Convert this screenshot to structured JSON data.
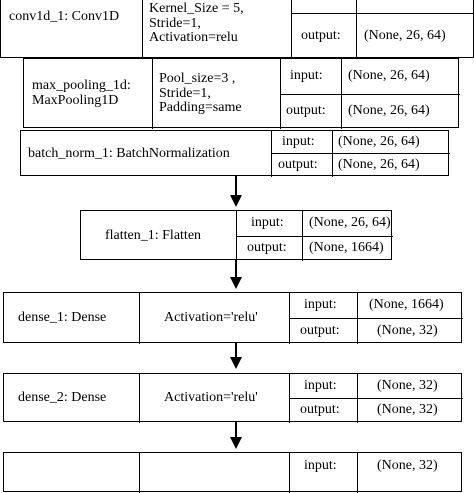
{
  "layers": {
    "conv": {
      "name": "conv1d_1: Conv1D",
      "params": [
        "Kernel_Size = 5,",
        "Stride=1,",
        "Activation=relu"
      ],
      "output_label": "output:",
      "output_value": "(None, 26, 64)"
    },
    "pool": {
      "name_line1": "max_pooling_1d:",
      "name_line2": "MaxPooling1D",
      "params": [
        "Pool_size=3 ,",
        "Stride=1,",
        "Padding=same"
      ],
      "input_label": "input:",
      "input_value": "(None, 26, 64)",
      "output_label": "output:",
      "output_value": "(None, 26, 64)"
    },
    "bn": {
      "name": "batch_norm_1: BatchNormalization",
      "input_label": "input:",
      "input_value": "(None, 26, 64)",
      "output_label": "output:",
      "output_value": "(None, 26, 64)"
    },
    "flatten": {
      "name": "flatten_1: Flatten",
      "input_label": "input:",
      "input_value": "(None, 26, 64)",
      "output_label": "output:",
      "output_value": "(None, 1664)"
    },
    "dense1": {
      "name": "dense_1: Dense",
      "activation": "Activation='relu'",
      "input_label": "input:",
      "input_value": "(None, 1664)",
      "output_label": "output:",
      "output_value": "(None, 32)"
    },
    "dense2": {
      "name": "dense_2: Dense",
      "activation": "Activation='relu'",
      "input_label": "input:",
      "input_value": "(None, 32)",
      "output_label": "output:",
      "output_value": "(None, 32)"
    },
    "dense3": {
      "input_label": "input:",
      "input_value": "(None, 32)"
    }
  }
}
